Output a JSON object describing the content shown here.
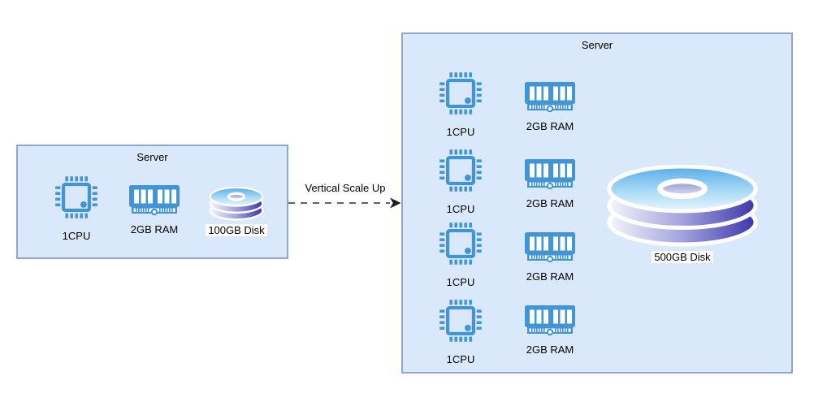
{
  "colors": {
    "canvas_bg": "#ffffff",
    "box_fill": "#dae8fc",
    "box_border": "#8ea7cc",
    "icon_blue": "#4295d5",
    "arrow_line": "#4d4d4d",
    "arrow_head": "#1a1a1a",
    "text": "#000000",
    "label_bg": "#ffffff",
    "disk_top_blue": "#58ace9",
    "disk_side_dark": "#3b36ab"
  },
  "arrow": {
    "label": "Vertical Scale Up"
  },
  "left_server": {
    "title": "Server",
    "cpu_label": "1CPU",
    "ram_label": "2GB RAM",
    "disk_label": "100GB Disk"
  },
  "right_server": {
    "title": "Server",
    "rows": [
      {
        "cpu": "1CPU",
        "ram": "2GB RAM"
      },
      {
        "cpu": "1CPU",
        "ram": "2GB RAM"
      },
      {
        "cpu": "1CPU",
        "ram": "2GB RAM"
      },
      {
        "cpu": "1CPU",
        "ram": "2GB RAM"
      }
    ],
    "disk_label": "500GB Disk"
  }
}
